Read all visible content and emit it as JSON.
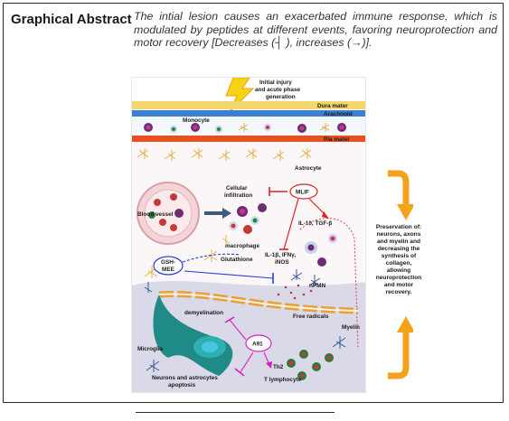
{
  "abstract": {
    "heading": "Graphical Abstract",
    "caption": "The intial lesion causes an exacerbated immune response, which is modulated by peptides at different events, favoring neuroprotection and motor recovery [Decreases (┤ ), increases (→)]."
  },
  "figure": {
    "injury_label_1": "Initial injury",
    "injury_label_2": "and acute phase",
    "injury_label_3": "generation",
    "dura_mater": "Dura mater",
    "arachnoid": "Arachnoid",
    "monocyte": "Monocyte",
    "pia_mater": "Pia mater",
    "astrocyte": "Astrocyte",
    "cellular_infiltration_1": "Cellular",
    "cellular_infiltration_2": "infiltration",
    "mlif": "MLIF",
    "blood_vessel": "Blood vessel",
    "il10": "IL-10, TGF-β",
    "macrophage": "macrophage",
    "cytokines": "IL-1β, IFNγ,",
    "inos": "iNOS",
    "gsh_1": "GSH-",
    "gsh_2": "MEE",
    "glutathione": "Glutathione",
    "npmn": "nPMN",
    "demyelination": "demyelination",
    "free_radicals": "Free radicals",
    "myelin": "Myelin",
    "microglia": "Microglia",
    "a91": "A91",
    "neurons_apoptosis_1": "Neurons and astrocytes",
    "neurons_apoptosis_2": "apoptosis",
    "th2_1": "Th2",
    "th2_2": "T lymphocyte"
  },
  "preservation": {
    "line1": "Preservation of:",
    "line2": "neurons, axons",
    "line3": "and myelin and",
    "line4": "decreasing the",
    "line5": "synthesis of",
    "line6": "collagen,",
    "line7": "allowing",
    "line8": "neuroprotection",
    "line9": "and motor",
    "line10": "recovery."
  },
  "colors": {
    "dura": "#f5d66a",
    "arachnoid": "#3c7ed1",
    "pia": "#e8501e",
    "mlif": "#e02020",
    "gsh": "#2a3fd8",
    "a91": "#d81dc8",
    "arrow_orange": "#f5a21b"
  }
}
